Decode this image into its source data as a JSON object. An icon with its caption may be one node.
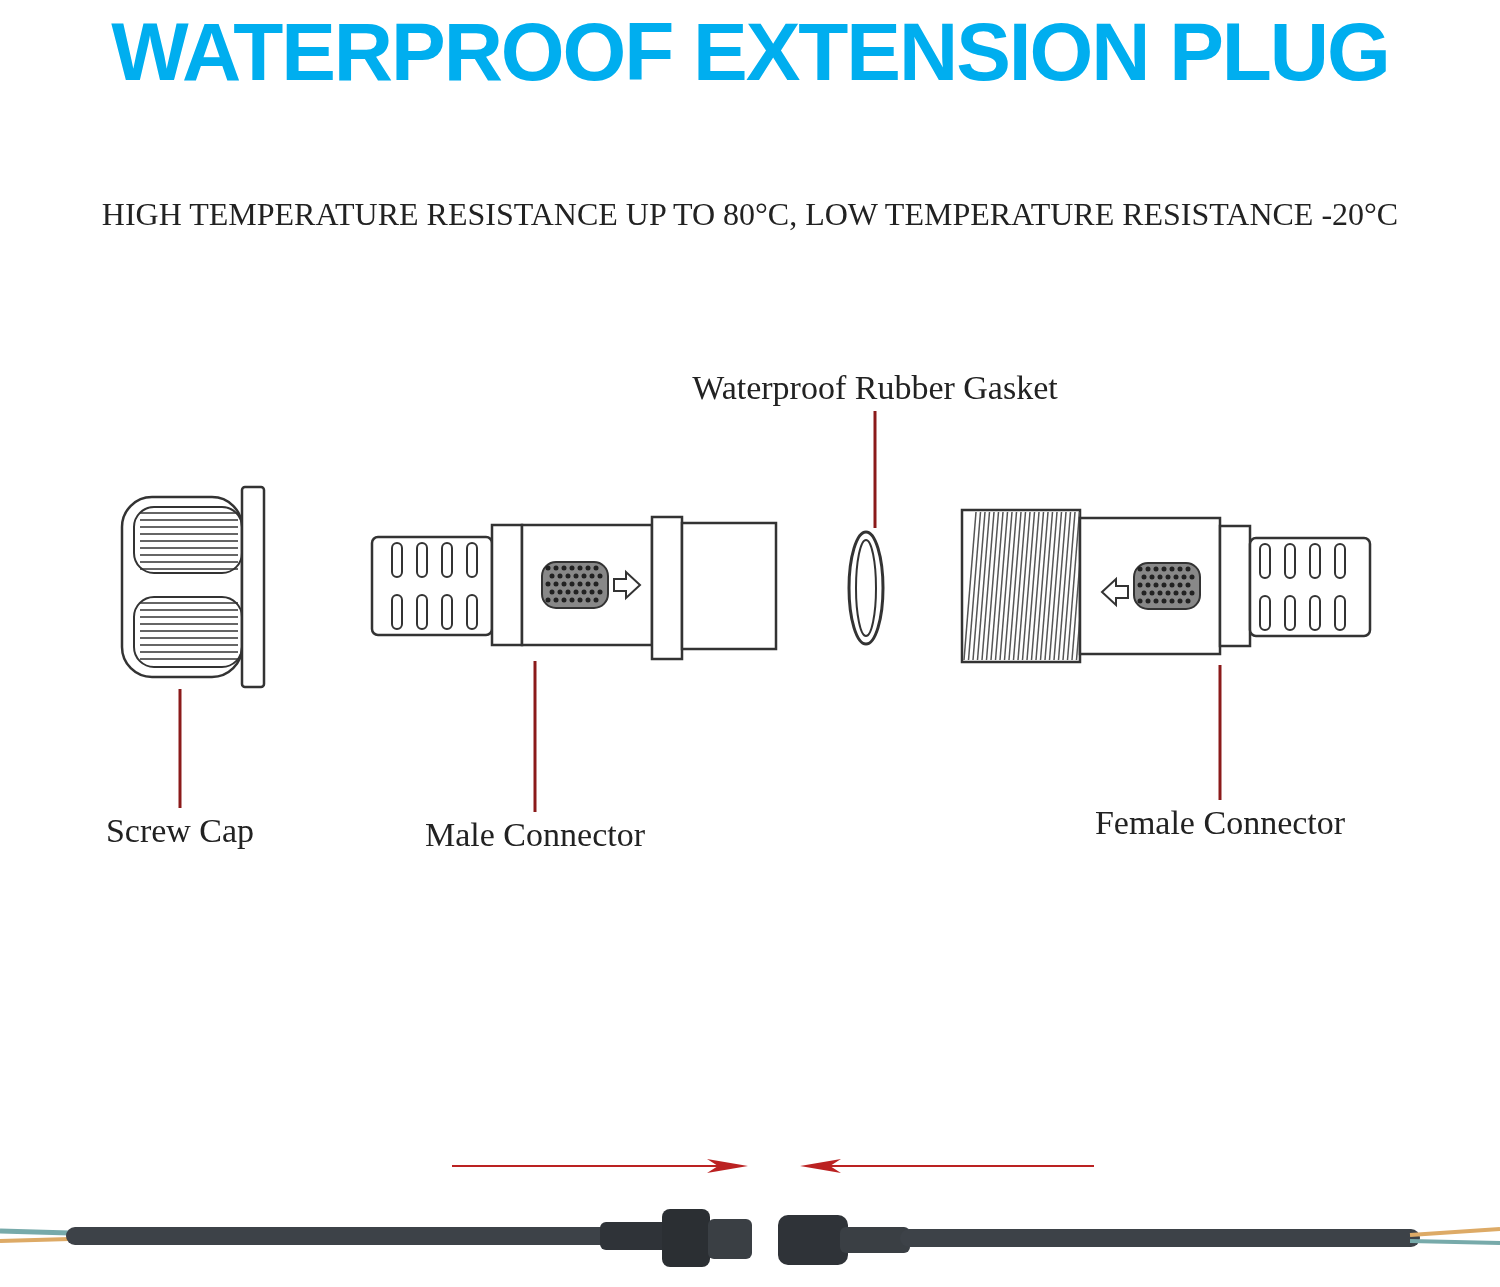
{
  "diagram": {
    "title": "WATERPROOF EXTENSION PLUG",
    "nodes": [
      {
        "text": [
          "Screw Cap"
        ]
      },
      {
        "text": [],
        "shape": "picture"
      },
      {
        "text": [
          "Male Connector"
        ]
      },
      {
        "text": [],
        "shape": "picture"
      },
      {
        "text": [
          "Waterproof Rubber Gasket"
        ]
      },
      {
        "text": [],
        "shape": "picture"
      },
      {
        "text": [
          "Female Connector"
        ]
      },
      {
        "text": [],
        "shape": "picture"
      }
    ],
    "edges": [
      {
        "from": 0,
        "to": 1,
        "arrow": "none"
      },
      {
        "from": 2,
        "to": 3,
        "arrow": "none"
      },
      {
        "from": 4,
        "to": 5,
        "arrow": "none"
      },
      {
        "from": 6,
        "to": 7,
        "arrow": "none"
      }
    ],
    "labels": [
      "HIGH TEMPERATURE RESISTANCE UP TO 80°C, LOW TEMPERATURE RESISTANCE -20°C"
    ]
  }
}
